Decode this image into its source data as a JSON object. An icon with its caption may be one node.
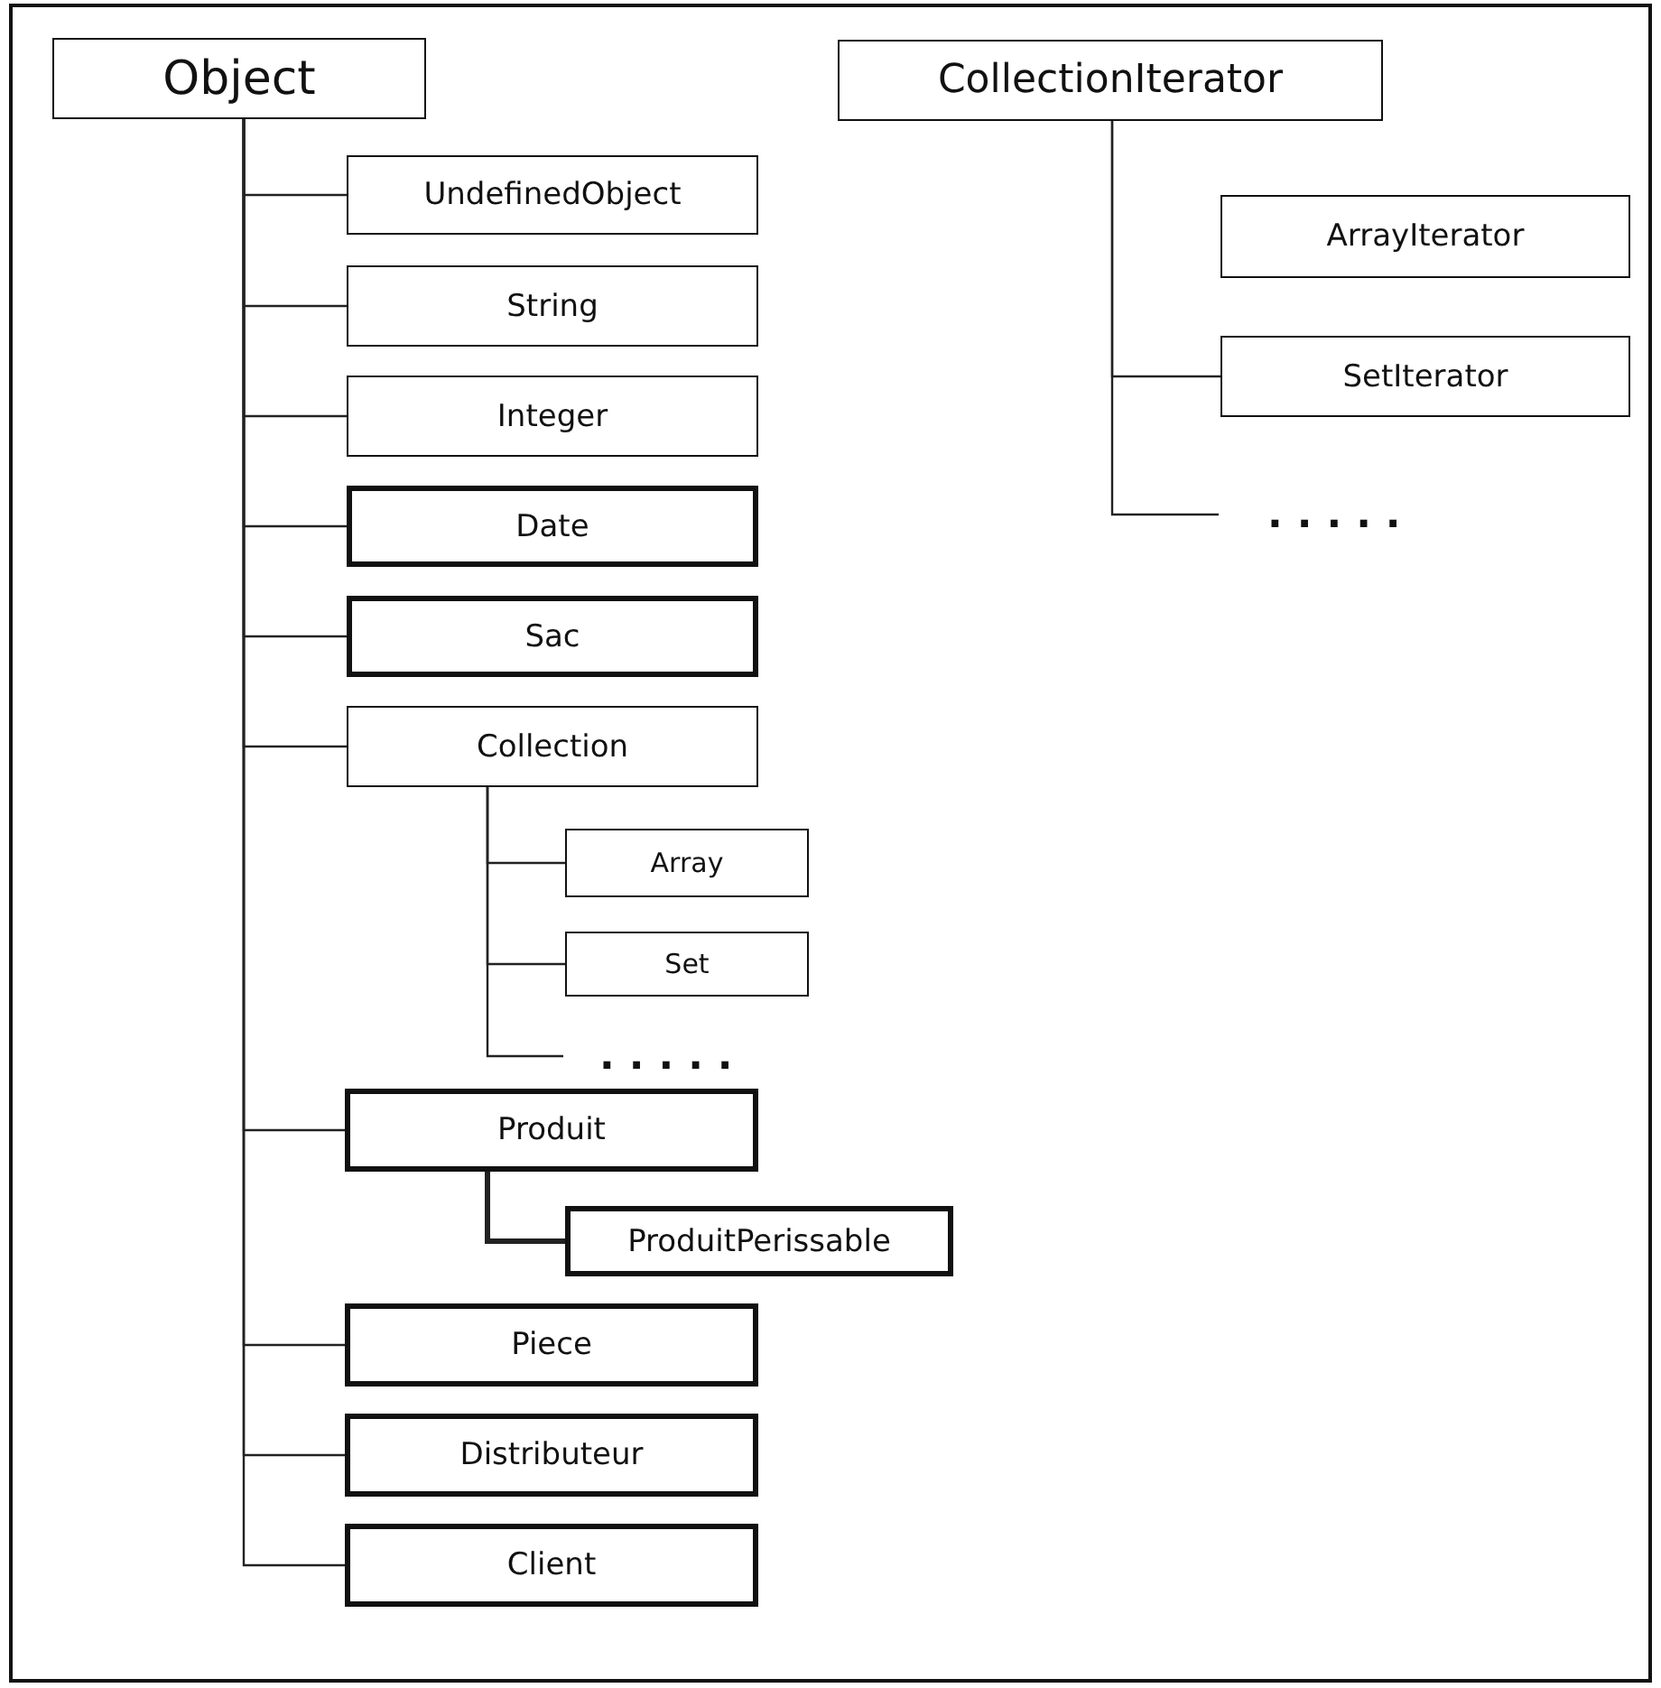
{
  "diagram": {
    "nodes": [
      {
        "text": [
          "Object"
        ]
      },
      {
        "text": [
          "UndefinedObject"
        ]
      },
      {
        "text": [
          "String"
        ]
      },
      {
        "text": [
          "Integer"
        ]
      },
      {
        "text": [
          "Date"
        ]
      },
      {
        "text": [
          "Sac"
        ]
      },
      {
        "text": [
          "Collection"
        ]
      },
      {
        "text": [
          "Array"
        ]
      },
      {
        "text": [
          "Set"
        ]
      },
      {
        "text": [
          "....."
        ]
      },
      {
        "text": [
          "Produit"
        ]
      },
      {
        "text": [
          "ProduitPerissable"
        ]
      },
      {
        "text": [
          "Piece"
        ]
      },
      {
        "text": [
          "Distributeur"
        ]
      },
      {
        "text": [
          "Client"
        ]
      },
      {
        "text": [
          "CollectionIterator"
        ]
      },
      {
        "text": [
          "ArrayIterator"
        ]
      },
      {
        "text": [
          "SetIterator"
        ]
      },
      {
        "text": [
          "....."
        ]
      }
    ],
    "edges": [
      {
        "from": 0,
        "to": 1,
        "arrow": "none"
      },
      {
        "from": 0,
        "to": 2,
        "arrow": "none"
      },
      {
        "from": 0,
        "to": 3,
        "arrow": "none"
      },
      {
        "from": 0,
        "to": 4,
        "arrow": "none"
      },
      {
        "from": 0,
        "to": 5,
        "arrow": "none"
      },
      {
        "from": 0,
        "to": 6,
        "arrow": "none"
      },
      {
        "from": 6,
        "to": 7,
        "arrow": "none"
      },
      {
        "from": 6,
        "to": 8,
        "arrow": "none"
      },
      {
        "from": 6,
        "to": 9,
        "arrow": "none"
      },
      {
        "from": 0,
        "to": 10,
        "arrow": "none"
      },
      {
        "from": 10,
        "to": 11,
        "arrow": "none",
        "style": "thick"
      },
      {
        "from": 0,
        "to": 12,
        "arrow": "none"
      },
      {
        "from": 0,
        "to": 13,
        "arrow": "none"
      },
      {
        "from": 0,
        "to": 14,
        "arrow": "none"
      },
      {
        "from": 15,
        "to": 17,
        "arrow": "none"
      },
      {
        "from": 15,
        "to": 18,
        "arrow": "none"
      }
    ]
  }
}
